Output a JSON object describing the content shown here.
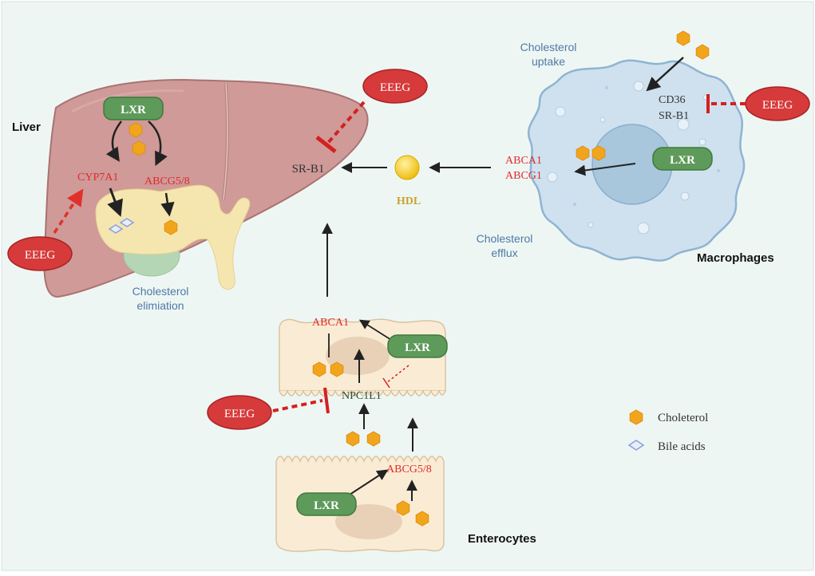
{
  "labels": {
    "liver": "Liver",
    "macrophages": "Macrophages",
    "enterocytes": "Enterocytes",
    "cholesterol_uptake_1": "Cholesterol",
    "cholesterol_uptake_2": "uptake",
    "cholesterol_efflux_1": "Cholesterol",
    "cholesterol_efflux_2": "efflux",
    "cholesterol_elimination_1": "Cholesterol",
    "cholesterol_elimination_2": "elimiation",
    "hdl": "HDL",
    "sr_b1_liver": "SR-B1",
    "cd36": "CD36",
    "sr_b1_macrophage": "SR-B1",
    "abca1_macrophage": "ABCA1",
    "abcg1_macrophage": "ABCG1",
    "cyp7a1": "CYP7A1",
    "abcg58_liver": "ABCG5/8",
    "abca1_enterocyte": "ABCA1",
    "npc1l1": "NPC1L1",
    "abcg58_enterocyte": "ABCG5/8",
    "lxr_liver": "LXR",
    "lxr_macrophage": "LXR",
    "lxr_enterocyte_top": "LXR",
    "lxr_enterocyte_bottom": "LXR",
    "eeeg_liver_top": "EEEG",
    "eeeg_liver_left": "EEEG",
    "eeeg_macrophage": "EEEG",
    "eeeg_enterocyte": "EEEG"
  },
  "legend": {
    "cholesterol": "Choleterol",
    "bile_acids": "Bile acids"
  },
  "colors": {
    "background": "#eef6f4",
    "liver": "#cf9a98",
    "liver_edge": "#a97270",
    "gallbladder": "#f5e6b0",
    "macrophage": "#cfe1ee",
    "macrophage_edge": "#8fb4d2",
    "nucleus": "#a8c6dc",
    "enterocyte": "#faecd4",
    "enterocyte_edge": "#d8c3a0",
    "lxr_fill": "#5e9a5a",
    "eeeg_fill": "#d63a3a",
    "cholesterol": "#f1a51c",
    "inhibit_red": "#d42020",
    "protein_red": "#e02b2b",
    "text_blue": "#4d7aa6",
    "text_dark": "#333333",
    "hdl_fill": "#f2c516"
  }
}
